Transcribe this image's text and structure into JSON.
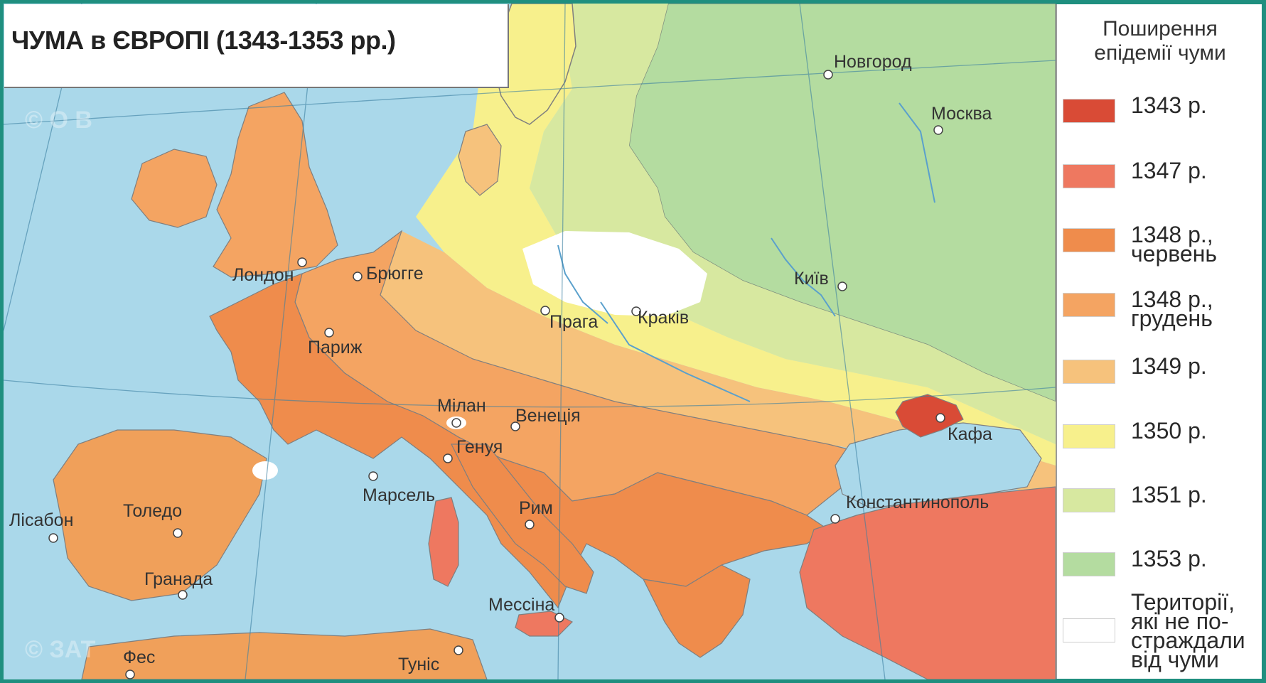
{
  "title": "ЧУМА в ЄВРОПІ (1343-1353 рр.)",
  "legend": {
    "title_line1": "Поширення",
    "title_line2": "епідемії чуми",
    "items": [
      {
        "label_line1": "1343 р.",
        "label_line2": "",
        "label_line3": "",
        "label_line4": "",
        "color": "#d94b36"
      },
      {
        "label_line1": "1347 р.",
        "label_line2": "",
        "label_line3": "",
        "label_line4": "",
        "color": "#ee7860"
      },
      {
        "label_line1": "1348 р.,",
        "label_line2": "червень",
        "label_line3": "",
        "label_line4": "",
        "color": "#ef8c4c"
      },
      {
        "label_line1": "1348 р.,",
        "label_line2": "грудень",
        "label_line3": "",
        "label_line4": "",
        "color": "#f4a462"
      },
      {
        "label_line1": "1349 р.",
        "label_line2": "",
        "label_line3": "",
        "label_line4": "",
        "color": "#f6c27c"
      },
      {
        "label_line1": "1350 р.",
        "label_line2": "",
        "label_line3": "",
        "label_line4": "",
        "color": "#f7f08c"
      },
      {
        "label_line1": "1351 р.",
        "label_line2": "",
        "label_line3": "",
        "label_line4": "",
        "color": "#d7e8a0"
      },
      {
        "label_line1": "1353 р.",
        "label_line2": "",
        "label_line3": "",
        "label_line4": "",
        "color": "#b4dca0"
      },
      {
        "label_line1": "Території,",
        "label_line2": "які не по-",
        "label_line3": "страждали",
        "label_line4": "від чуми",
        "color": "#ffffff"
      }
    ]
  },
  "cities": {
    "novgorod": "Новгород",
    "moskva": "Москва",
    "london": "Лондон",
    "brugge": "Брюгге",
    "kyiv": "Київ",
    "praha": "Прага",
    "krakiv": "Краків",
    "paryzh": "Париж",
    "milan": "Мілан",
    "venetsiia": "Венеція",
    "heniuia": "Генуя",
    "kafa": "Кафа",
    "marsel": "Марсель",
    "konstantynopol": "Константинополь",
    "rym": "Рим",
    "lisabon": "Лісабон",
    "toledo": "Толедо",
    "hranada": "Гранада",
    "messina": "Мессіна",
    "fes": "Фес",
    "tunis": "Туніс"
  },
  "colors": {
    "sea": "#aad8ea",
    "outline": "#6f6f6f",
    "river": "#5aa0cc",
    "frame": "#1f8f7f"
  }
}
